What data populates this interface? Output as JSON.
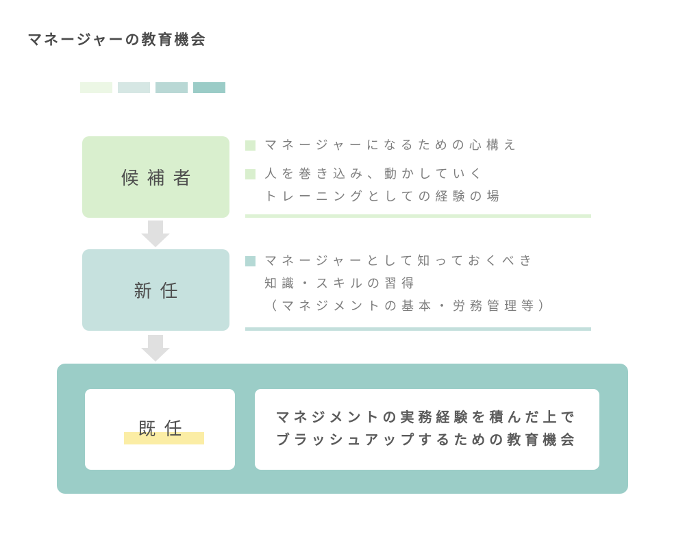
{
  "title": "マネージャーの教育機会",
  "legend": {
    "swatch_colors": [
      "#ecf7e5",
      "#d6e7e4",
      "#b9d8d5",
      "#9bccc7"
    ]
  },
  "icons": {
    "down_arrow": "down-arrow-icon",
    "bullet": "square-bullet-icon"
  },
  "colors": {
    "stage1_box": "#d9efce",
    "stage1_bullet": "#d9efce",
    "stage1_underline": "#def2d5",
    "stage2_box": "#c6e1de",
    "stage2_bullet": "#b5d9d5",
    "stage2_underline": "#c3dfdc",
    "final_container": "#9bcdc7",
    "highlight": "#fbeda5",
    "arrow": "#e0e0e0",
    "title_text": "#4a4a4a",
    "body_text": "#7d7d7d",
    "label_text": "#4e4e4e"
  },
  "flow": {
    "stages": [
      {
        "label": "候補者",
        "bullets": [
          {
            "lines": [
              "マネージャーになるための心構え"
            ]
          },
          {
            "lines": [
              "人を巻き込み、動かしていく",
              "トレーニングとしての経験の場"
            ]
          }
        ]
      },
      {
        "label": "新任",
        "bullets": [
          {
            "lines": [
              "マネージャーとして知っておくべき",
              "知識・スキルの習得",
              "（マネジメントの基本・労務管理等）"
            ]
          }
        ]
      }
    ],
    "final_stage": {
      "label": "既任",
      "description_lines": [
        "マネジメントの実務経験を積んだ上で",
        "ブラッシュアップするための教育機会"
      ]
    }
  }
}
